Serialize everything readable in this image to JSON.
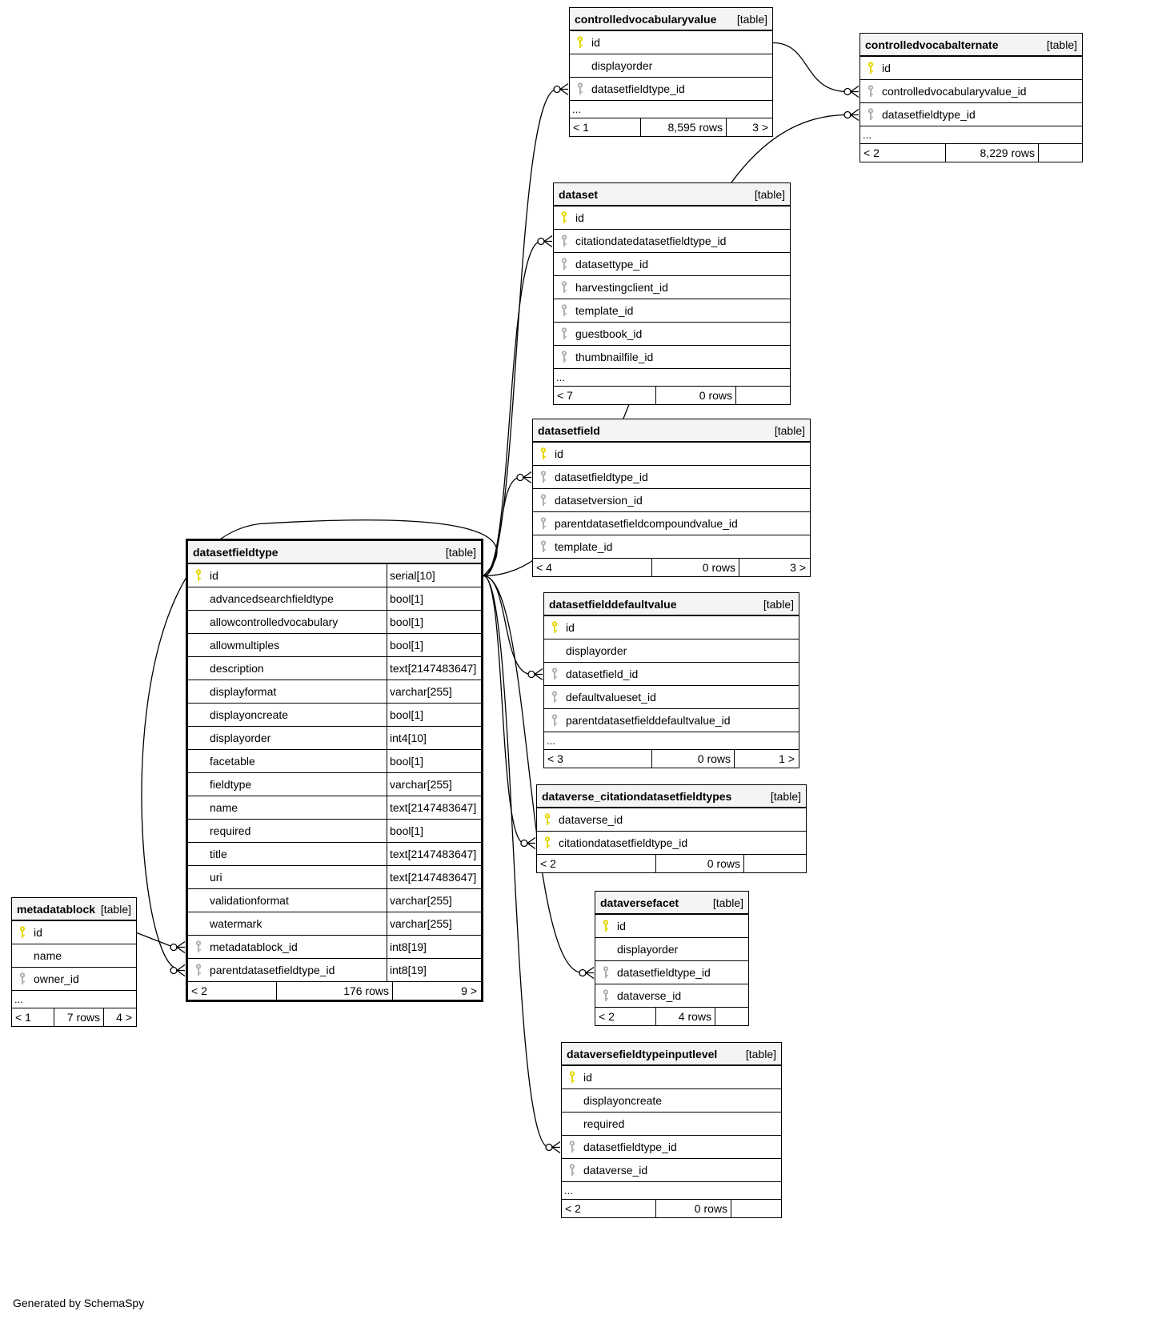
{
  "footer": "Generated by SchemaSpy",
  "colors": {
    "pk_key": "#e6d800",
    "fk_key": "#b0b0b0",
    "header_bg": "#f4f4f4",
    "line": "#000000"
  },
  "tables": {
    "controlledvocabularyvalue": {
      "name": "controlledvocabularyvalue",
      "kind": "[table]",
      "columns": [
        {
          "name": "id",
          "key": "pk"
        },
        {
          "name": "displayorder",
          "key": "none"
        },
        {
          "name": "datasetfieldtype_id",
          "key": "fk"
        }
      ],
      "more": "...",
      "parents": "< 1",
      "rows": "8,595 rows",
      "children": "3 >"
    },
    "controlledvocabalternate": {
      "name": "controlledvocabalternate",
      "kind": "[table]",
      "columns": [
        {
          "name": "id",
          "key": "pk"
        },
        {
          "name": "controlledvocabularyvalue_id",
          "key": "fk"
        },
        {
          "name": "datasetfieldtype_id",
          "key": "fk"
        }
      ],
      "more": "...",
      "parents": "< 2",
      "rows": "8,229 rows",
      "children": ""
    },
    "dataset": {
      "name": "dataset",
      "kind": "[table]",
      "columns": [
        {
          "name": "id",
          "key": "pk"
        },
        {
          "name": "citationdatedatasetfieldtype_id",
          "key": "fk"
        },
        {
          "name": "datasettype_id",
          "key": "fk"
        },
        {
          "name": "harvestingclient_id",
          "key": "fk"
        },
        {
          "name": "template_id",
          "key": "fk"
        },
        {
          "name": "guestbook_id",
          "key": "fk"
        },
        {
          "name": "thumbnailfile_id",
          "key": "fk"
        }
      ],
      "more": "...",
      "parents": "< 7",
      "rows": "0 rows",
      "children": ""
    },
    "datasetfield": {
      "name": "datasetfield",
      "kind": "[table]",
      "columns": [
        {
          "name": "id",
          "key": "pk"
        },
        {
          "name": "datasetfieldtype_id",
          "key": "fk"
        },
        {
          "name": "datasetversion_id",
          "key": "fk"
        },
        {
          "name": "parentdatasetfieldcompoundvalue_id",
          "key": "fk"
        },
        {
          "name": "template_id",
          "key": "fk"
        }
      ],
      "more": null,
      "parents": "< 4",
      "rows": "0 rows",
      "children": "3 >"
    },
    "datasetfielddefaultvalue": {
      "name": "datasetfielddefaultvalue",
      "kind": "[table]",
      "columns": [
        {
          "name": "id",
          "key": "pk"
        },
        {
          "name": "displayorder",
          "key": "none"
        },
        {
          "name": "datasetfield_id",
          "key": "fk"
        },
        {
          "name": "defaultvalueset_id",
          "key": "fk"
        },
        {
          "name": "parentdatasetfielddefaultvalue_id",
          "key": "fk"
        }
      ],
      "more": "...",
      "parents": "< 3",
      "rows": "0 rows",
      "children": "1 >"
    },
    "dataverse_citationdatasetfieldtypes": {
      "name": "dataverse_citationdatasetfieldtypes",
      "kind": "[table]",
      "columns": [
        {
          "name": "dataverse_id",
          "key": "pk"
        },
        {
          "name": "citationdatasetfieldtype_id",
          "key": "pk"
        }
      ],
      "more": null,
      "parents": "< 2",
      "rows": "0 rows",
      "children": ""
    },
    "dataversefacet": {
      "name": "dataversefacet",
      "kind": "[table]",
      "columns": [
        {
          "name": "id",
          "key": "pk"
        },
        {
          "name": "displayorder",
          "key": "none"
        },
        {
          "name": "datasetfieldtype_id",
          "key": "fk"
        },
        {
          "name": "dataverse_id",
          "key": "fk"
        }
      ],
      "more": null,
      "parents": "< 2",
      "rows": "4 rows",
      "children": ""
    },
    "dataversefieldtypeinputlevel": {
      "name": "dataversefieldtypeinputlevel",
      "kind": "[table]",
      "columns": [
        {
          "name": "id",
          "key": "pk"
        },
        {
          "name": "displayoncreate",
          "key": "none"
        },
        {
          "name": "required",
          "key": "none"
        },
        {
          "name": "datasetfieldtype_id",
          "key": "fk"
        },
        {
          "name": "dataverse_id",
          "key": "fk"
        }
      ],
      "more": "...",
      "parents": "< 2",
      "rows": "0 rows",
      "children": ""
    },
    "metadatablock": {
      "name": "metadatablock",
      "kind": "[table]",
      "columns": [
        {
          "name": "id",
          "key": "pk"
        },
        {
          "name": "name",
          "key": "none"
        },
        {
          "name": "owner_id",
          "key": "fk"
        }
      ],
      "more": "...",
      "parents": "< 1",
      "rows": "7 rows",
      "children": "4 >"
    },
    "datasetfieldtype": {
      "name": "datasetfieldtype",
      "kind": "[table]",
      "columns": [
        {
          "name": "id",
          "key": "pk",
          "type": "serial[10]"
        },
        {
          "name": "advancedsearchfieldtype",
          "key": "none",
          "type": "bool[1]"
        },
        {
          "name": "allowcontrolledvocabulary",
          "key": "none",
          "type": "bool[1]"
        },
        {
          "name": "allowmultiples",
          "key": "none",
          "type": "bool[1]"
        },
        {
          "name": "description",
          "key": "none",
          "type": "text[2147483647]"
        },
        {
          "name": "displayformat",
          "key": "none",
          "type": "varchar[255]"
        },
        {
          "name": "displayoncreate",
          "key": "none",
          "type": "bool[1]"
        },
        {
          "name": "displayorder",
          "key": "none",
          "type": "int4[10]"
        },
        {
          "name": "facetable",
          "key": "none",
          "type": "bool[1]"
        },
        {
          "name": "fieldtype",
          "key": "none",
          "type": "varchar[255]"
        },
        {
          "name": "name",
          "key": "none",
          "type": "text[2147483647]"
        },
        {
          "name": "required",
          "key": "none",
          "type": "bool[1]"
        },
        {
          "name": "title",
          "key": "none",
          "type": "text[2147483647]"
        },
        {
          "name": "uri",
          "key": "none",
          "type": "text[2147483647]"
        },
        {
          "name": "validationformat",
          "key": "none",
          "type": "varchar[255]"
        },
        {
          "name": "watermark",
          "key": "none",
          "type": "varchar[255]"
        },
        {
          "name": "metadatablock_id",
          "key": "fk",
          "type": "int8[19]"
        },
        {
          "name": "parentdatasetfieldtype_id",
          "key": "fk",
          "type": "int8[19]"
        }
      ],
      "more": null,
      "parents": "< 2",
      "rows": "176 rows",
      "children": "9 >"
    }
  },
  "relationships": [
    {
      "from": "datasetfieldtype.id",
      "to": "controlledvocabularyvalue.datasetfieldtype_id"
    },
    {
      "from": "datasetfieldtype.id",
      "to": "controlledvocabalternate.datasetfieldtype_id"
    },
    {
      "from": "controlledvocabularyvalue.id",
      "to": "controlledvocabalternate.controlledvocabularyvalue_id"
    },
    {
      "from": "datasetfieldtype.id",
      "to": "dataset.citationdatedatasetfieldtype_id"
    },
    {
      "from": "datasetfieldtype.id",
      "to": "datasetfield.datasetfieldtype_id"
    },
    {
      "from": "datasetfieldtype.id",
      "to": "datasetfielddefaultvalue.datasetfield_id"
    },
    {
      "from": "datasetfieldtype.id",
      "to": "dataverse_citationdatasetfieldtypes.citationdatasetfieldtype_id"
    },
    {
      "from": "datasetfieldtype.id",
      "to": "dataversefacet.datasetfieldtype_id"
    },
    {
      "from": "datasetfieldtype.id",
      "to": "dataversefieldtypeinputlevel.datasetfieldtype_id"
    },
    {
      "from": "metadatablock.id",
      "to": "datasetfieldtype.metadatablock_id"
    },
    {
      "from": "datasetfieldtype.id",
      "to": "datasetfieldtype.parentdatasetfieldtype_id"
    }
  ]
}
